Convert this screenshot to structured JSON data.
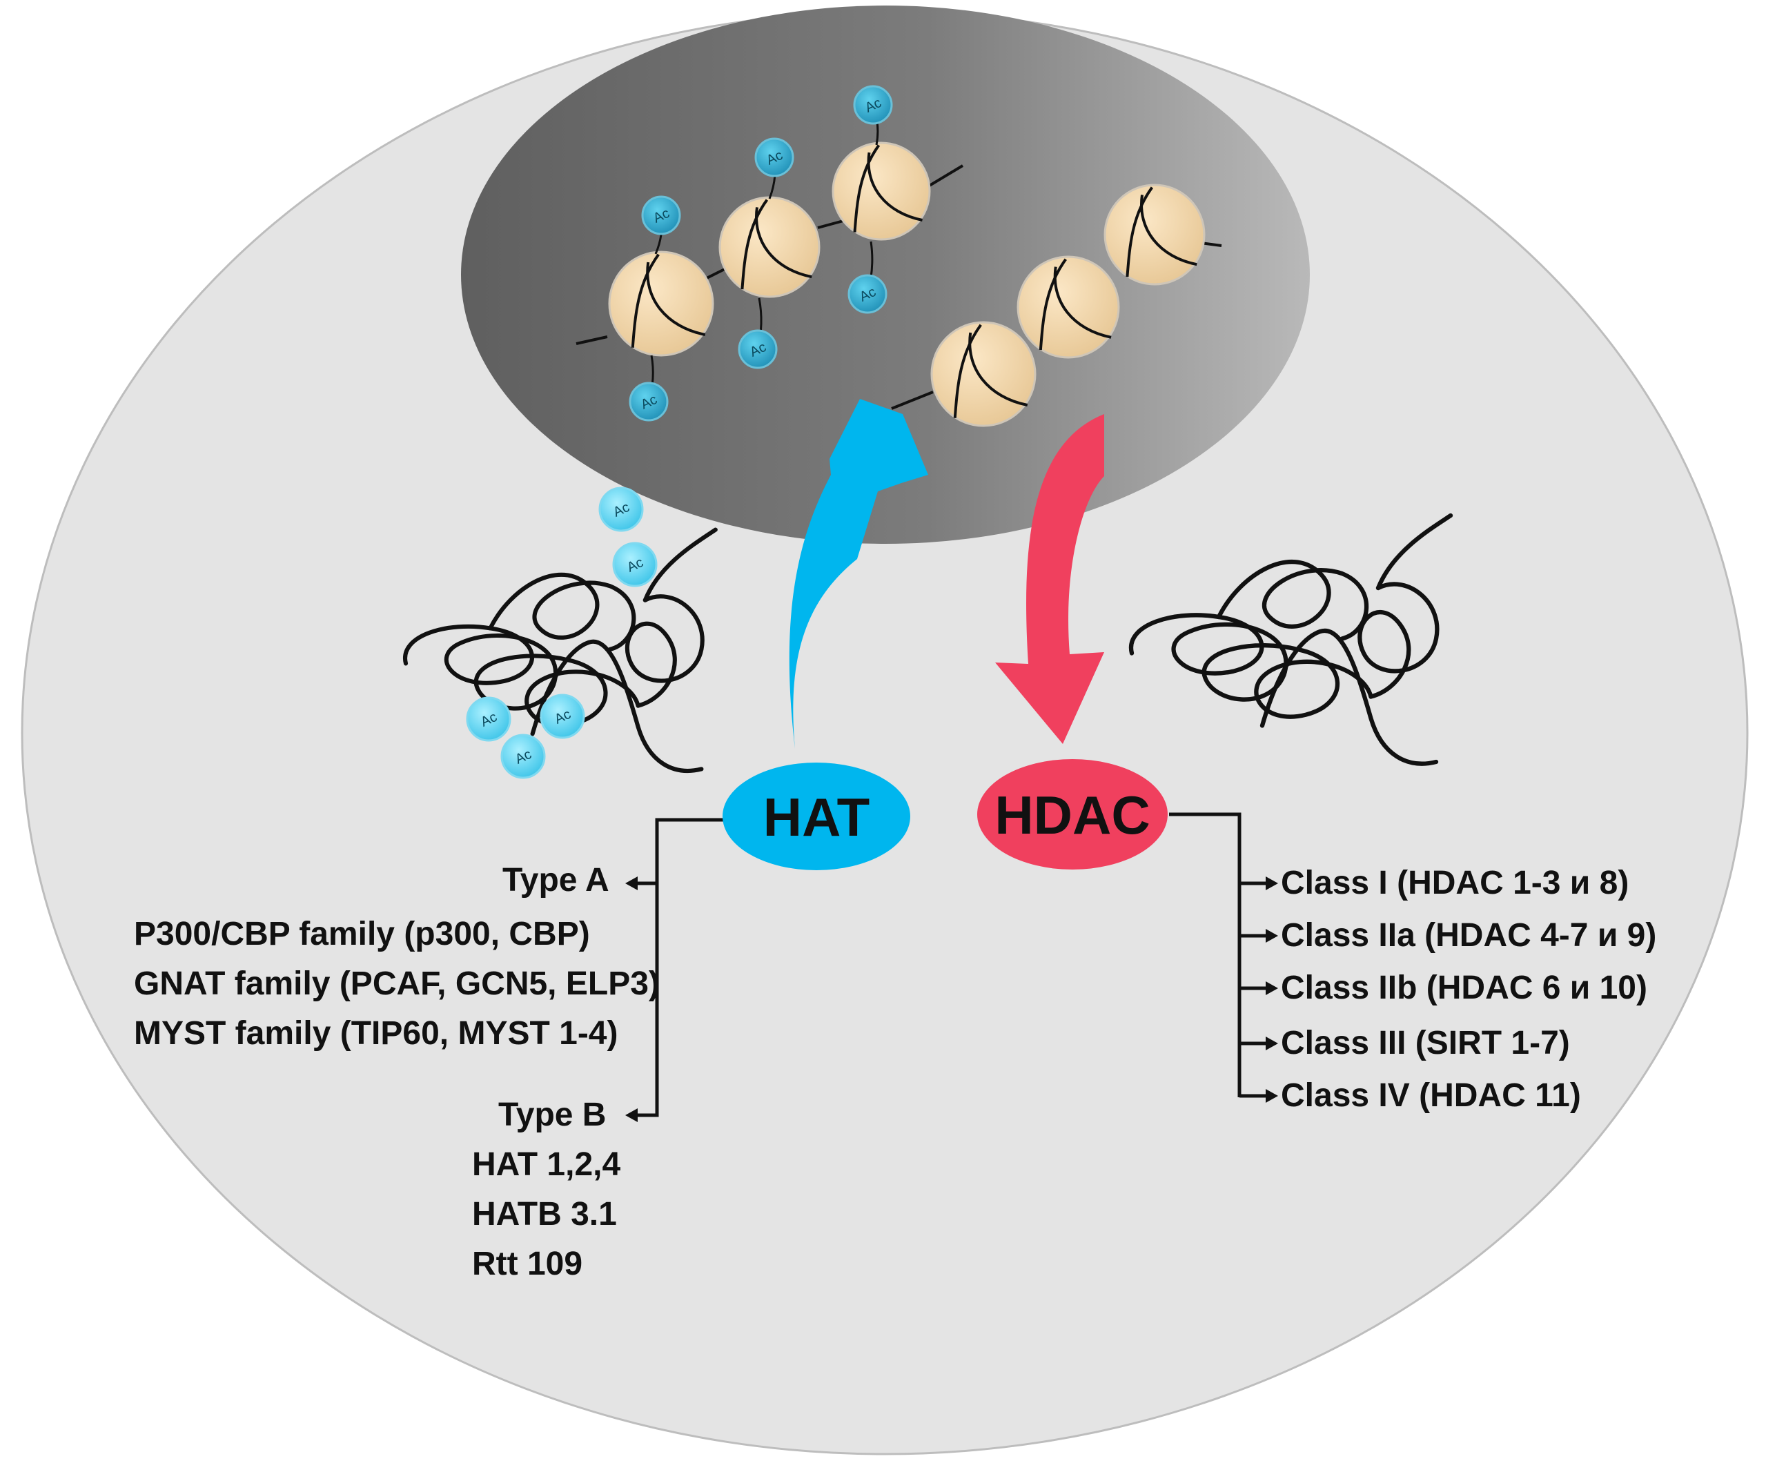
{
  "enzymes": {
    "hat": {
      "label": "HAT",
      "color": "#00b6ee",
      "type_a": {
        "label": "Type A",
        "families": [
          "P300/CBP family (p300, CBP)",
          "GNAT family (PCAF, GCN5, ELP3)",
          "MYST family (TIP60, MYST 1-4)"
        ]
      },
      "type_b": {
        "label": "Type B",
        "members": [
          "HAT 1,2,4",
          "HATB 3.1",
          "Rtt 109"
        ]
      }
    },
    "hdac": {
      "label": "HDAC",
      "color": "#f0405e",
      "classes": [
        "Class I (HDAC 1-3 и 8)",
        "Class IIa (HDAC 4-7 и 9)",
        "Class IIb (HDAC 6 и 10)",
        "Class III (SIRT 1-7)",
        "Class IV (HDAC 11)"
      ]
    }
  },
  "acetyl_mark": "Ac",
  "colors": {
    "cell_fill": "#e4e4e4",
    "nucleosome": "#efd4a8",
    "acetyl": "#2aa6c8",
    "chromatin_line": "#111111"
  }
}
